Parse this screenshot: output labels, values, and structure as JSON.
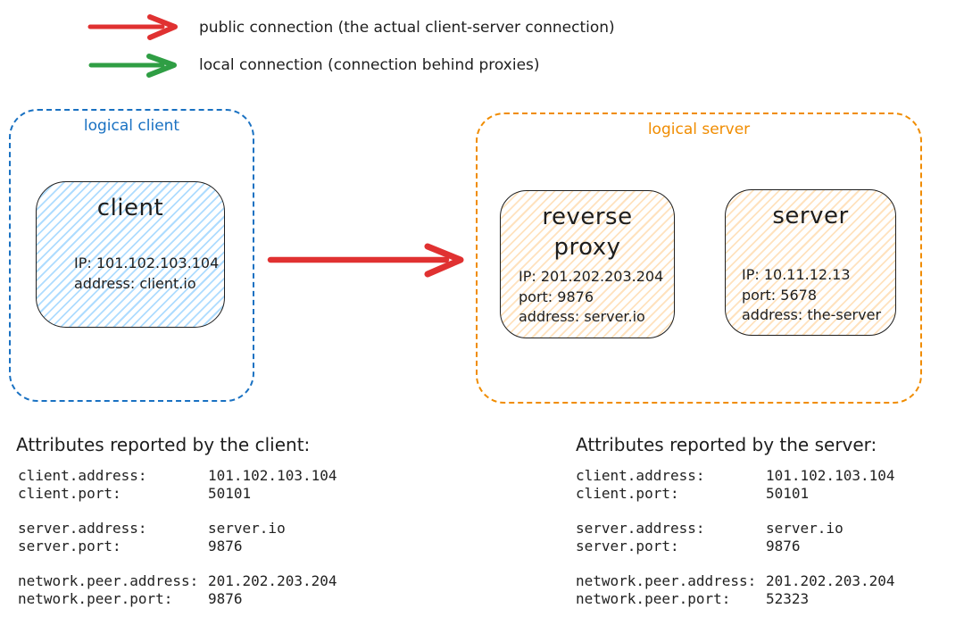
{
  "colors": {
    "red": "#e03131",
    "green": "#2f9e44",
    "blue": "#1971c2",
    "orange": "#f08c00",
    "ink": "#1e1e1e",
    "client_fill": "#a5d8ff",
    "server_fill": "#ffd8a8"
  },
  "legend": {
    "items": [
      {
        "name": "public-connection",
        "color": "#e03131",
        "label": "public connection (the actual client-server connection)"
      },
      {
        "name": "local-connection",
        "color": "#2f9e44",
        "label": "local connection (connection behind proxies)"
      }
    ]
  },
  "logical_client": {
    "label": "logical client",
    "node": {
      "title": "client",
      "lines": [
        "IP: 101.102.103.104",
        "address: client.io"
      ]
    }
  },
  "logical_server": {
    "label": "logical server",
    "proxy_node": {
      "title_lines": [
        "reverse",
        "proxy"
      ],
      "lines": [
        "IP: 201.202.203.204",
        "port: 9876",
        "address: server.io"
      ]
    },
    "server_node": {
      "title": "server",
      "lines": [
        "IP: 10.11.12.13",
        "port: 5678",
        "address: the-server"
      ]
    }
  },
  "client_attributes": {
    "heading": "Attributes reported by the client:",
    "groups": [
      [
        {
          "label": "client.address:",
          "value": "101.102.103.104"
        },
        {
          "label": "client.port:",
          "value": "50101"
        }
      ],
      [
        {
          "label": "server.address:",
          "value": "server.io"
        },
        {
          "label": "server.port:",
          "value": "9876"
        }
      ],
      [
        {
          "label": "network.peer.address:",
          "value": "201.202.203.204"
        },
        {
          "label": "network.peer.port:",
          "value": "9876"
        }
      ]
    ]
  },
  "server_attributes": {
    "heading": "Attributes reported by the server:",
    "groups": [
      [
        {
          "label": "client.address:",
          "value": "101.102.103.104"
        },
        {
          "label": "client.port:",
          "value": "50101"
        }
      ],
      [
        {
          "label": "server.address:",
          "value": "server.io"
        },
        {
          "label": "server.port:",
          "value": "9876"
        }
      ],
      [
        {
          "label": "network.peer.address:",
          "value": "201.202.203.204"
        },
        {
          "label": "network.peer.port:",
          "value": "52323"
        }
      ]
    ]
  }
}
